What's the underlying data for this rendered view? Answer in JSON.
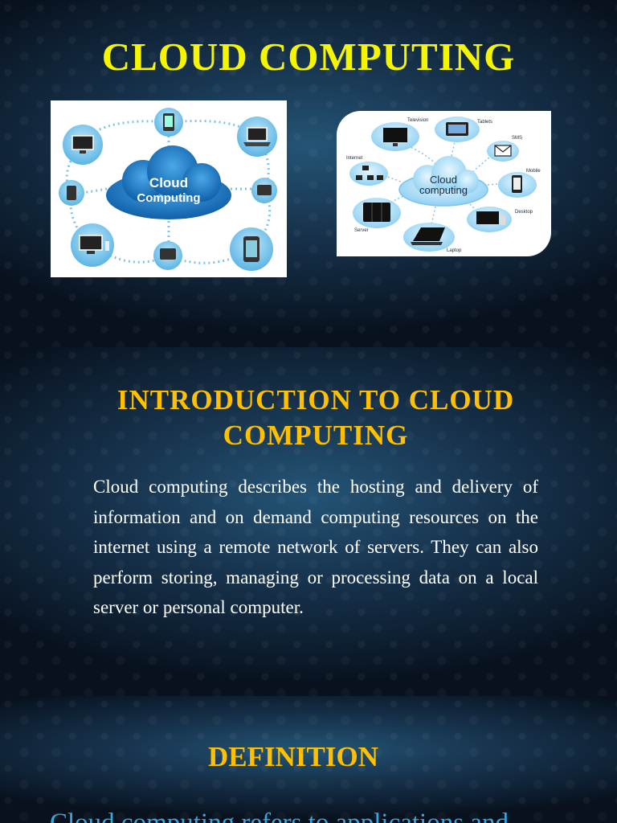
{
  "slide1": {
    "title": "CLOUD COMPUTING",
    "diagram_left": {
      "center_label_line1": "Cloud",
      "center_label_line2": "Computing",
      "devices": [
        "monitor-icon",
        "phone-icon",
        "laptop-icon",
        "tablet-icon",
        "tablet-icon",
        "computer-icon",
        "tablet-icon",
        "mobile-icon"
      ]
    },
    "diagram_right": {
      "center_label_line1": "Cloud",
      "center_label_line2": "computing",
      "labels": {
        "television": "Television",
        "tablets": "Tablets",
        "sms": "SMS",
        "internet": "Internet",
        "mobile": "Mobile",
        "desktop": "Desktop",
        "server": "Server",
        "laptop": "Laptop"
      }
    }
  },
  "slide2": {
    "title": "INTRODUCTION TO CLOUD COMPUTING",
    "body": "Cloud computing describes the hosting and delivery of information and on demand computing resources on the internet using a remote network of servers. They can also perform storing, managing or processing data on a local server or personal computer."
  },
  "slide3": {
    "title": "DEFINITION",
    "cutoff_text": "Cloud computing refers to applications and"
  },
  "colors": {
    "title_yellow": "#f5f500",
    "heading_gold": "#ffc000",
    "body_text": "#ffffff",
    "cloud_blue": "#1f78c8"
  }
}
